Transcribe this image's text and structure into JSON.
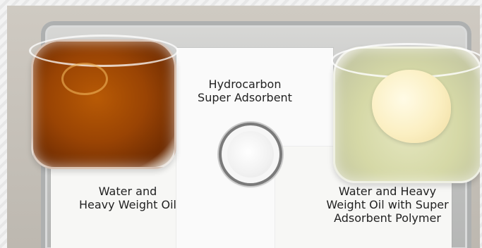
{
  "labels": {
    "center": [
      "Hydrocarbon",
      "Super Adsorbent"
    ],
    "left": [
      "Water and",
      "Heavy Weight Oil"
    ],
    "right": [
      "Water and Heavy",
      "Weight Oil  with Super",
      "Adsorbent Polymer"
    ]
  },
  "colors": {
    "oil": "#9a4404",
    "water": "#d5d8a6",
    "polymer": "#fbefc2",
    "powder": "#f1f1f1"
  }
}
